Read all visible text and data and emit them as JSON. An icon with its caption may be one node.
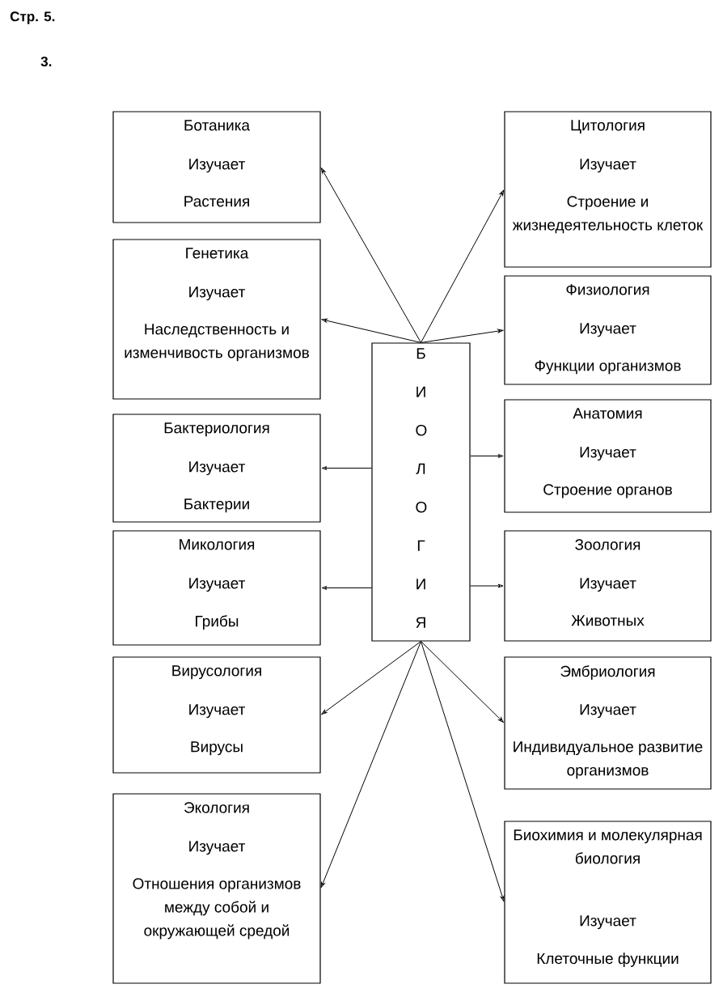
{
  "diagram": {
    "nodes": [
      {
        "text": [
          "Ботаника",
          "Изучает",
          "Растения"
        ]
      },
      {
        "text": [
          "Генетика",
          "Изучает",
          "Наследственность и изменчивость организмов"
        ]
      },
      {
        "text": [
          "Бактериология",
          "Изучает",
          "Бактерии"
        ]
      },
      {
        "text": [
          "Микология",
          "Изучает",
          "Грибы"
        ]
      },
      {
        "text": [
          "Вирусология",
          "Изучает",
          "Вирусы"
        ]
      },
      {
        "text": [
          "Экология",
          "Изучает",
          "Отношения организмов между собой и окружающей средой"
        ]
      },
      {
        "text": [
          "Б И О Л О Г И Я"
        ]
      },
      {
        "text": [
          "Цитология",
          "Изучает",
          "Строение и жизнедеятельность клеток"
        ]
      },
      {
        "text": [
          "Физиология",
          "Изучает",
          "Функции организмов"
        ]
      },
      {
        "text": [
          "Анатомия",
          "Изучает",
          "Строение органов"
        ]
      },
      {
        "text": [
          "Зоология",
          "Изучает",
          "Животных"
        ]
      },
      {
        "text": [
          "Эмбриология",
          "Изучает",
          "Индивидуальное развитие организмов"
        ]
      },
      {
        "text": [
          "Биохимия и молекулярная биология",
          "Изучает",
          "Клеточные функции"
        ]
      }
    ],
    "edges": [
      {
        "from": 6,
        "to": 0,
        "arrow": "to"
      },
      {
        "from": 6,
        "to": 1,
        "arrow": "to"
      },
      {
        "from": 6,
        "to": 2,
        "arrow": "to"
      },
      {
        "from": 6,
        "to": 3,
        "arrow": "to"
      },
      {
        "from": 6,
        "to": 4,
        "arrow": "to"
      },
      {
        "from": 6,
        "to": 5,
        "arrow": "to"
      },
      {
        "from": 6,
        "to": 7,
        "arrow": "to"
      },
      {
        "from": 6,
        "to": 8,
        "arrow": "to"
      },
      {
        "from": 6,
        "to": 9,
        "arrow": "to"
      },
      {
        "from": 6,
        "to": 10,
        "arrow": "to"
      },
      {
        "from": 6,
        "to": 11,
        "arrow": "to"
      },
      {
        "from": 6,
        "to": 12,
        "arrow": "to"
      }
    ],
    "labels": [
      "Стр. 5.",
      "3."
    ]
  }
}
